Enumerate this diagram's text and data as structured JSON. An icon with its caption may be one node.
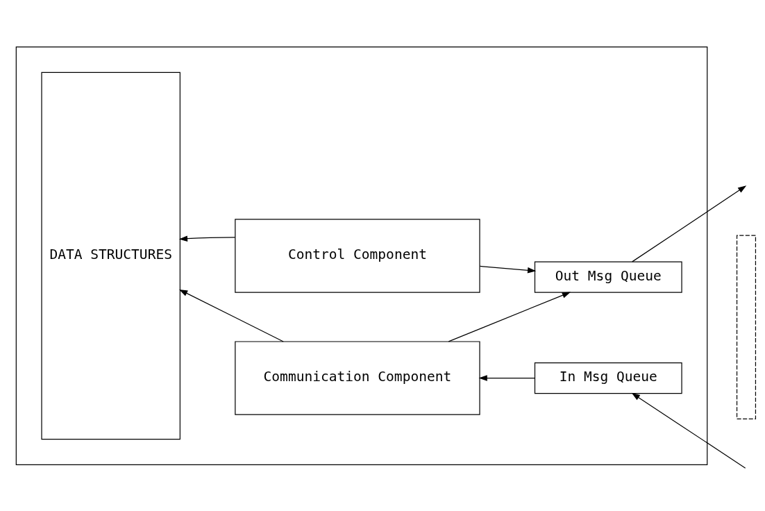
{
  "diagram": {
    "nodes": [
      {
        "text": [],
        "shape": "box"
      },
      {
        "text": [
          "DATA STRUCTURES"
        ],
        "in": 0
      },
      {
        "text": [
          "Control Component"
        ],
        "in": 0
      },
      {
        "text": [
          "Out Msg Queue"
        ],
        "in": 0
      },
      {
        "text": [
          "In Msg Queue"
        ],
        "in": 0
      },
      {
        "text": [
          "Communication Component"
        ],
        "in": 0
      },
      {
        "text": [],
        "shape": "bar"
      }
    ],
    "edges": [
      {
        "from": 2,
        "to": 1,
        "arrow": "to"
      },
      {
        "from": 2,
        "to": 3,
        "arrow": "to"
      },
      {
        "from": 5,
        "to": 3,
        "arrow": "to"
      },
      {
        "from": 4,
        "to": 5,
        "arrow": "to"
      },
      {
        "from": 5,
        "to": 1,
        "arrow": "to"
      },
      {
        "from": 3,
        "to": null,
        "arrow": "to"
      },
      {
        "from": null,
        "to": 4,
        "arrow": "to"
      }
    ]
  }
}
